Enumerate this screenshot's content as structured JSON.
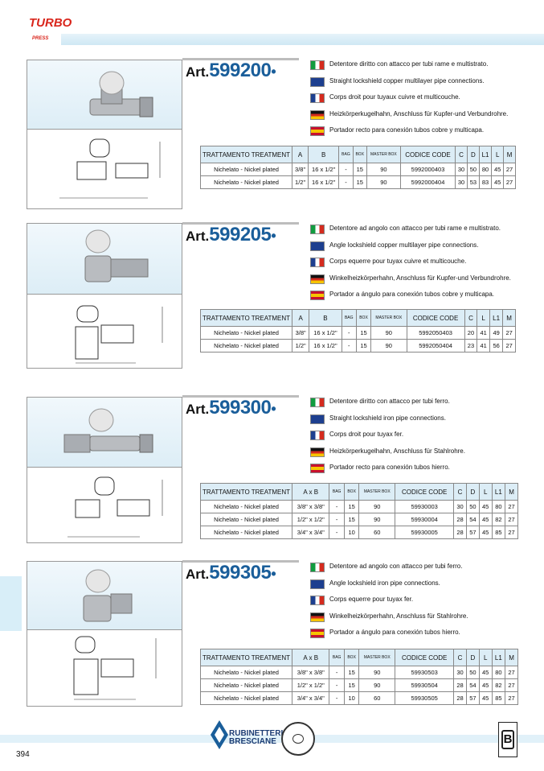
{
  "header": {
    "logo_text": "TURBO",
    "logo_sub": "PRESS"
  },
  "footer": {
    "page_number": "394",
    "brand_line1": "RUBINETTERIE",
    "brand_line2": "BRESCIANE"
  },
  "colors": {
    "accent": "#1a5e9a",
    "band": "#d8eef8",
    "logo_red": "#d9261c"
  },
  "articles": [
    {
      "art_prefix": "Art.",
      "art_number": "599200",
      "descriptions": [
        {
          "flag": "italy-flag-icon",
          "text": "Detentore diritto con attacco per tubi rame e multistrato."
        },
        {
          "flag": "uk-flag-icon",
          "text": "Straight lockshield copper multilayer pipe connections."
        },
        {
          "flag": "france-flag-icon",
          "text": "Corps droit pour tuyaux cuivre et multicouche."
        },
        {
          "flag": "germany-flag-icon",
          "text": "Heizkörperkugelhahn, Anschluss für Kupfer-und Verbundrohre."
        },
        {
          "flag": "spain-flag-icon",
          "text": "Portador recto para conexión tubos cobre y multicapa."
        }
      ],
      "table": {
        "headers": [
          "TRATTAMENTO TREATMENT",
          "A",
          "B",
          "BAG",
          "BOX",
          "MASTER BOX",
          "CODICE CODE",
          "C",
          "D",
          "L1",
          "L",
          "M"
        ],
        "rows": [
          [
            "Nichelato - Nickel plated",
            "3/8\"",
            "16 x 1/2\"",
            "-",
            "15",
            "90",
            "5992000403",
            "30",
            "50",
            "80",
            "45",
            "27"
          ],
          [
            "Nichelato - Nickel plated",
            "1/2\"",
            "16 x 1/2\"",
            "-",
            "15",
            "90",
            "5992000404",
            "30",
            "53",
            "83",
            "45",
            "27"
          ]
        ]
      }
    },
    {
      "art_prefix": "Art.",
      "art_number": "599205",
      "descriptions": [
        {
          "flag": "italy-flag-icon",
          "text": "Detentore ad angolo con attacco per tubi rame e multistrato."
        },
        {
          "flag": "uk-flag-icon",
          "text": "Angle lockshield copper multilayer pipe connections."
        },
        {
          "flag": "france-flag-icon",
          "text": "Corps equerre pour tuyax cuivre et multicouche."
        },
        {
          "flag": "germany-flag-icon",
          "text": "Winkelheizkörperhahn, Anschluss für Kupfer-und Verbundrohre."
        },
        {
          "flag": "spain-flag-icon",
          "text": "Portador a ángulo para conexión tubos cobre y multicapa."
        }
      ],
      "table": {
        "headers": [
          "TRATTAMENTO TREATMENT",
          "A",
          "B",
          "BAG",
          "BOX",
          "MASTER BOX",
          "CODICE CODE",
          "C",
          "L",
          "L1",
          "M"
        ],
        "rows": [
          [
            "Nichelato - Nickel plated",
            "3/8\"",
            "16 x 1/2\"",
            "-",
            "15",
            "90",
            "5992050403",
            "20",
            "41",
            "49",
            "27"
          ],
          [
            "Nichelato - Nickel plated",
            "1/2\"",
            "16 x 1/2\"",
            "-",
            "15",
            "90",
            "5992050404",
            "23",
            "41",
            "56",
            "27"
          ]
        ]
      }
    },
    {
      "art_prefix": "Art.",
      "art_number": "599300",
      "descriptions": [
        {
          "flag": "italy-flag-icon",
          "text": "Detentore diritto con attacco per tubi ferro."
        },
        {
          "flag": "uk-flag-icon",
          "text": "Straight lockshield iron pipe connections."
        },
        {
          "flag": "france-flag-icon",
          "text": "Corps droit pour tuyax fer."
        },
        {
          "flag": "germany-flag-icon",
          "text": "Heizkörperkugelhahn, Anschluss für Stahlrohre."
        },
        {
          "flag": "spain-flag-icon",
          "text": "Portador recto para conexión tubos hierro."
        }
      ],
      "table": {
        "headers": [
          "TRATTAMENTO TREATMENT",
          "A x B",
          "BAG",
          "BOX",
          "MASTER BOX",
          "CODICE CODE",
          "C",
          "D",
          "L",
          "L1",
          "M"
        ],
        "rows": [
          [
            "Nichelato - Nickel plated",
            "3/8\" x 3/8\"",
            "-",
            "15",
            "90",
            "59930003",
            "30",
            "50",
            "45",
            "80",
            "27"
          ],
          [
            "Nichelato - Nickel plated",
            "1/2\" x 1/2\"",
            "-",
            "15",
            "90",
            "59930004",
            "28",
            "54",
            "45",
            "82",
            "27"
          ],
          [
            "Nichelato - Nickel plated",
            "3/4\" x 3/4\"",
            "-",
            "10",
            "60",
            "59930005",
            "28",
            "57",
            "45",
            "85",
            "27"
          ]
        ]
      }
    },
    {
      "art_prefix": "Art.",
      "art_number": "599305",
      "descriptions": [
        {
          "flag": "italy-flag-icon",
          "text": "Detentore ad angolo con attacco per tubi ferro."
        },
        {
          "flag": "uk-flag-icon",
          "text": "Angle lockshield iron pipe connections."
        },
        {
          "flag": "france-flag-icon",
          "text": "Corps equerre pour tuyax fer."
        },
        {
          "flag": "germany-flag-icon",
          "text": "Winkelheizkörperhahn, Anschluss für Stahlrohre."
        },
        {
          "flag": "spain-flag-icon",
          "text": "Portador a ángulo para conexión tubos hierro."
        }
      ],
      "table": {
        "headers": [
          "TRATTAMENTO TREATMENT",
          "A x B",
          "BAG",
          "BOX",
          "MASTER BOX",
          "CODICE CODE",
          "C",
          "D",
          "L",
          "L1",
          "M"
        ],
        "rows": [
          [
            "Nichelato - Nickel plated",
            "3/8\" x 3/8\"",
            "-",
            "15",
            "90",
            "59930503",
            "30",
            "50",
            "45",
            "80",
            "27"
          ],
          [
            "Nichelato - Nickel plated",
            "1/2\" x 1/2\"",
            "-",
            "15",
            "90",
            "59930504",
            "28",
            "54",
            "45",
            "82",
            "27"
          ],
          [
            "Nichelato - Nickel plated",
            "3/4\" x 3/4\"",
            "-",
            "10",
            "60",
            "59930505",
            "28",
            "57",
            "45",
            "85",
            "27"
          ]
        ]
      }
    }
  ]
}
